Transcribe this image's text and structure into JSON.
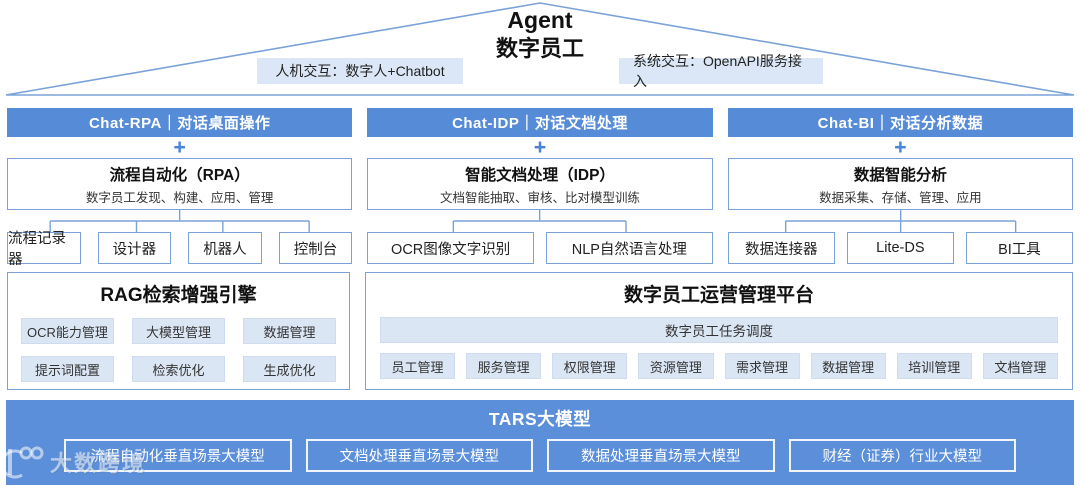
{
  "header": {
    "title_en": "Agent",
    "title_zh": "数字员工",
    "left_tag": "人机交互：数字人+Chatbot",
    "right_tag": "系统交互：OpenAPI服务接入"
  },
  "ui": {
    "plus": "+"
  },
  "columns": [
    {
      "header": "Chat-RPA｜对话桌面操作",
      "box_title": "流程自动化（RPA）",
      "box_subtitle": "数字员工发现、构建、应用、管理",
      "children": [
        "流程记录器",
        "设计器",
        "机器人",
        "控制台"
      ]
    },
    {
      "header": "Chat-IDP｜对话文档处理",
      "box_title": "智能文档处理（IDP）",
      "box_subtitle": "文档智能抽取、审核、比对模型训练",
      "children": [
        "OCR图像文字识别",
        "NLP自然语言处理"
      ]
    },
    {
      "header": "Chat-BI｜对话分析数据",
      "box_title": "数据智能分析",
      "box_subtitle": "数据采集、存储、管理、应用",
      "children": [
        "数据连接器",
        "Lite-DS",
        "BI工具"
      ]
    }
  ],
  "rag": {
    "title": "RAG检索增强引擎",
    "items": [
      "OCR能力管理",
      "大模型管理",
      "数据管理",
      "提示词配置",
      "检索优化",
      "生成优化"
    ]
  },
  "platform": {
    "title": "数字员工运营管理平台",
    "scheduler": "数字员工任务调度",
    "items": [
      "员工管理",
      "服务管理",
      "权限管理",
      "资源管理",
      "需求管理",
      "数据管理",
      "培训管理",
      "文档管理"
    ]
  },
  "tars": {
    "title": "TARS大模型",
    "models": [
      "流程自动化垂直场景大模型",
      "文档处理垂直场景大模型",
      "数据处理垂直场景大模型",
      "财经（证券）行业大模型"
    ]
  },
  "watermark": {
    "text": "大数跨境"
  },
  "colors": {
    "header_blue": "#568cd7",
    "bar_blue": "#5b8fd9",
    "chip_bg": "#dbe6f5",
    "border_blue": "#7aa2d8"
  }
}
